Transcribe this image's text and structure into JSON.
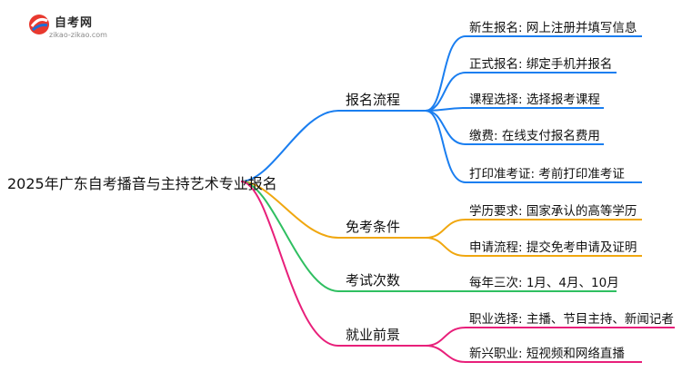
{
  "logo": {
    "name": "自考网",
    "url_text": "zikao-zikao.com"
  },
  "root": "2025年广东自考播音与主持艺术专业报名",
  "branches": [
    {
      "label": "报名流程",
      "color": "#1a7ef0",
      "leaves": [
        "新生报名: 网上注册并填写信息",
        "正式报名: 绑定手机并报名",
        "课程选择: 选择报考课程",
        "缴费: 在线支付报名费用",
        "打印准考证: 考前打印准考证"
      ]
    },
    {
      "label": "免考条件",
      "color": "#f0a70f",
      "leaves": [
        "学历要求: 国家承认的高等学历",
        "申请流程: 提交免考申请及证明"
      ]
    },
    {
      "label": "考试次数",
      "color": "#2fbf61",
      "leaves": [
        "每年三次: 1月、4月、10月"
      ]
    },
    {
      "label": "就业前景",
      "color": "#e81f7a",
      "leaves": [
        "职业选择: 主播、节目主持、新闻记者",
        "新兴职业: 短视频和网络直播"
      ]
    }
  ]
}
